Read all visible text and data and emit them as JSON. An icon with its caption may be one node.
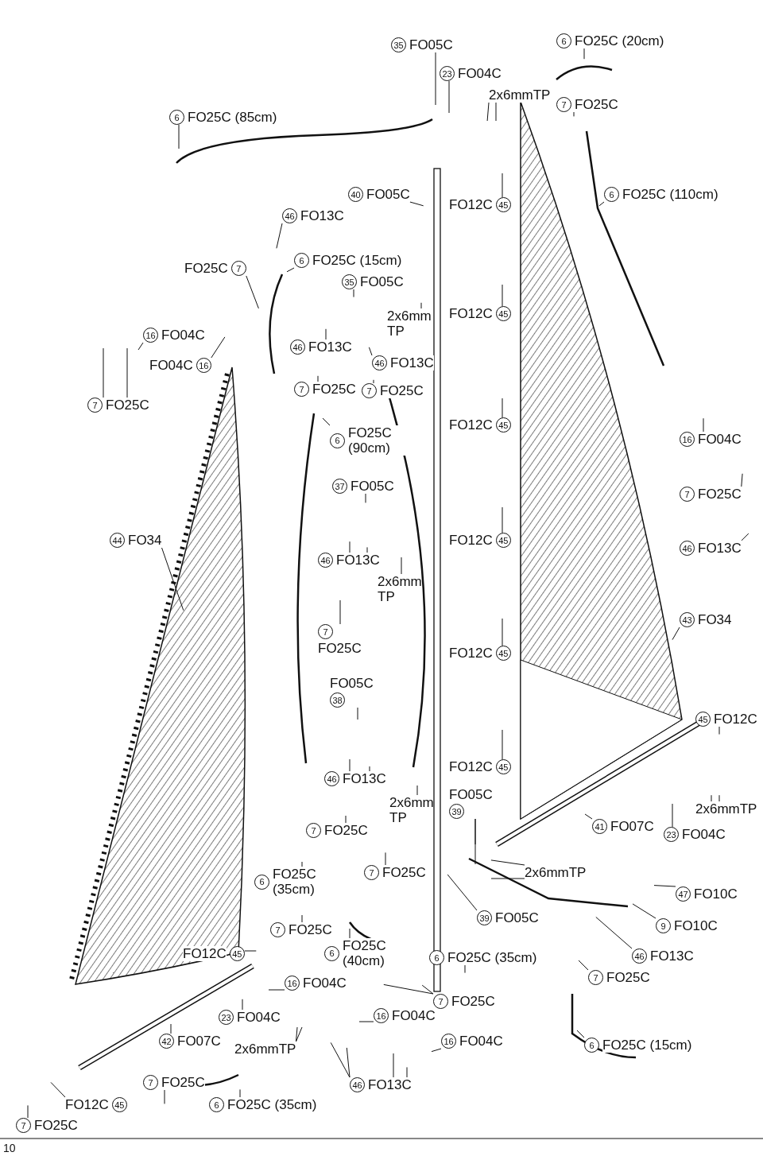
{
  "diagram": {
    "nodes": [
      {
        "text": [
          "6",
          "FO25C (20cm)"
        ]
      },
      {
        "text": [
          "35",
          "FO05C"
        ]
      },
      {
        "text": [
          "23",
          "FO04C"
        ]
      },
      {
        "text": [
          "2x6mmTP"
        ]
      },
      {
        "text": [
          "7",
          "FO25C"
        ]
      },
      {
        "text": [
          "6",
          "FO25C (85cm)"
        ]
      },
      {
        "text": [
          "40",
          "FO05C"
        ]
      },
      {
        "text": [
          "FO12C",
          "45"
        ]
      },
      {
        "text": [
          "6",
          "FO25C (110cm)"
        ]
      },
      {
        "text": [
          "46",
          "FO13C"
        ]
      },
      {
        "text": [
          "FO25C",
          "7"
        ]
      },
      {
        "text": [
          "6",
          "FO25C (15cm)"
        ]
      },
      {
        "text": [
          "35",
          "FO05C"
        ]
      },
      {
        "text": [
          "2x6mm TP"
        ]
      },
      {
        "text": [
          "FO12C",
          "45"
        ]
      },
      {
        "text": [
          "16",
          "FO04C"
        ]
      },
      {
        "text": [
          "46",
          "FO13C"
        ]
      },
      {
        "text": [
          "46",
          "FO13C"
        ]
      },
      {
        "text": [
          "FO04C",
          "16"
        ]
      },
      {
        "text": [
          "7",
          "FO25C"
        ]
      },
      {
        "text": [
          "7",
          "FO25C"
        ]
      },
      {
        "text": [
          "7",
          "FO25C"
        ]
      },
      {
        "text": [
          "FO12C",
          "45"
        ]
      },
      {
        "text": [
          "6",
          "FO25C (90cm)"
        ]
      },
      {
        "text": [
          "16",
          "FO04C"
        ]
      },
      {
        "text": [
          "37",
          "FO05C"
        ]
      },
      {
        "text": [
          "7",
          "FO25C"
        ]
      },
      {
        "text": [
          "44",
          "FO34"
        ]
      },
      {
        "text": [
          "FO12C",
          "45"
        ]
      },
      {
        "text": [
          "46",
          "FO13C"
        ]
      },
      {
        "text": [
          "46",
          "FO13C"
        ]
      },
      {
        "text": [
          "2x6mm TP"
        ]
      },
      {
        "text": [
          "43",
          "FO34"
        ]
      },
      {
        "text": [
          "7",
          "FO25C"
        ]
      },
      {
        "text": [
          "FO12C",
          "45"
        ]
      },
      {
        "text": [
          "FO05C",
          "38"
        ]
      },
      {
        "text": [
          "45",
          "FO12C"
        ]
      },
      {
        "text": [
          "FO12C",
          "45"
        ]
      },
      {
        "text": [
          "46",
          "FO13C"
        ]
      },
      {
        "text": [
          "FO05C",
          "39"
        ]
      },
      {
        "text": [
          "2x6mm TP"
        ]
      },
      {
        "text": [
          "2x6mmTP"
        ]
      },
      {
        "text": [
          "7",
          "FO25C"
        ]
      },
      {
        "text": [
          "41",
          "FO07C"
        ]
      },
      {
        "text": [
          "23",
          "FO04C"
        ]
      },
      {
        "text": [
          "6",
          "FO25C (35cm)"
        ]
      },
      {
        "text": [
          "7",
          "FO25C"
        ]
      },
      {
        "text": [
          "2x6mmTP"
        ]
      },
      {
        "text": [
          "47",
          "FO10C"
        ]
      },
      {
        "text": [
          "39",
          "FO05C"
        ]
      },
      {
        "text": [
          "9",
          "FO10C"
        ]
      },
      {
        "text": [
          "7",
          "FO25C"
        ]
      },
      {
        "text": [
          "6",
          "FO25C (40cm)"
        ]
      },
      {
        "text": [
          "6",
          "FO25C (35cm)"
        ]
      },
      {
        "text": [
          "46",
          "FO13C"
        ]
      },
      {
        "text": [
          "FO12C",
          "45"
        ]
      },
      {
        "text": [
          "16",
          "FO04C"
        ]
      },
      {
        "text": [
          "7",
          "FO25C"
        ]
      },
      {
        "text": [
          "7",
          "FO25C"
        ]
      },
      {
        "text": [
          "16",
          "FO04C"
        ]
      },
      {
        "text": [
          "23",
          "FO04C"
        ]
      },
      {
        "text": [
          "16",
          "FO04C"
        ]
      },
      {
        "text": [
          "42",
          "FO07C"
        ]
      },
      {
        "text": [
          "2x6mmTP"
        ]
      },
      {
        "text": [
          "7",
          "FO25C"
        ]
      },
      {
        "text": [
          "6",
          "FO25C (15cm)"
        ]
      },
      {
        "text": [
          "6",
          "FO25C (35cm)"
        ]
      },
      {
        "text": [
          "46",
          "FO13C"
        ]
      },
      {
        "text": [
          "FO12C",
          "45"
        ]
      },
      {
        "text": [
          "7",
          "FO25C"
        ]
      }
    ],
    "edges": [
      {
        "from": 0,
        "to": null,
        "arrow": "none"
      },
      {
        "from": 1,
        "to": null,
        "arrow": "none"
      },
      {
        "from": 2,
        "to": null,
        "arrow": "none"
      },
      {
        "from": 3,
        "to": null,
        "arrow": "none"
      },
      {
        "from": 3,
        "to": null,
        "arrow": "none"
      },
      {
        "from": 4,
        "to": null,
        "arrow": "none"
      },
      {
        "from": 5,
        "to": null,
        "arrow": "none"
      },
      {
        "from": 6,
        "to": null,
        "arrow": "none"
      },
      {
        "from": 7,
        "to": null,
        "arrow": "none"
      },
      {
        "from": 8,
        "to": null,
        "arrow": "none"
      },
      {
        "from": 9,
        "to": null,
        "arrow": "none"
      },
      {
        "from": 10,
        "to": null,
        "arrow": "none"
      },
      {
        "from": 11,
        "to": null,
        "arrow": "none"
      },
      {
        "from": 12,
        "to": null,
        "arrow": "none"
      },
      {
        "from": 13,
        "to": null,
        "arrow": "none"
      },
      {
        "from": 14,
        "to": null,
        "arrow": "none"
      },
      {
        "from": 15,
        "to": null,
        "arrow": "none"
      },
      {
        "from": 16,
        "to": null,
        "arrow": "none"
      },
      {
        "from": 17,
        "to": null,
        "arrow": "none"
      },
      {
        "from": 18,
        "to": null,
        "arrow": "none"
      },
      {
        "from": 19,
        "to": null,
        "arrow": "none"
      },
      {
        "from": 20,
        "to": null,
        "arrow": "none"
      },
      {
        "from": 21,
        "to": null,
        "arrow": "none"
      },
      {
        "from": 21,
        "to": null,
        "arrow": "none"
      },
      {
        "from": 22,
        "to": null,
        "arrow": "none"
      },
      {
        "from": 23,
        "to": null,
        "arrow": "none"
      },
      {
        "from": 24,
        "to": null,
        "arrow": "none"
      },
      {
        "from": 25,
        "to": null,
        "arrow": "none"
      },
      {
        "from": 26,
        "to": null,
        "arrow": "none"
      },
      {
        "from": 27,
        "to": null,
        "arrow": "none"
      },
      {
        "from": 28,
        "to": null,
        "arrow": "none"
      },
      {
        "from": 29,
        "to": null,
        "arrow": "none"
      },
      {
        "from": 30,
        "to": null,
        "arrow": "none"
      },
      {
        "from": 30,
        "to": null,
        "arrow": "none"
      },
      {
        "from": 31,
        "to": null,
        "arrow": "none"
      },
      {
        "from": 32,
        "to": null,
        "arrow": "none"
      },
      {
        "from": 33,
        "to": null,
        "arrow": "none"
      },
      {
        "from": 34,
        "to": null,
        "arrow": "none"
      },
      {
        "from": 35,
        "to": null,
        "arrow": "none"
      },
      {
        "from": 36,
        "to": null,
        "arrow": "none"
      },
      {
        "from": 37,
        "to": null,
        "arrow": "none"
      },
      {
        "from": 38,
        "to": null,
        "arrow": "none"
      },
      {
        "from": 38,
        "to": null,
        "arrow": "none"
      },
      {
        "from": 39,
        "to": null,
        "arrow": "none"
      },
      {
        "from": 39,
        "to": null,
        "arrow": "none"
      },
      {
        "from": 40,
        "to": null,
        "arrow": "none"
      },
      {
        "from": 41,
        "to": null,
        "arrow": "none"
      },
      {
        "from": 41,
        "to": null,
        "arrow": "none"
      },
      {
        "from": 42,
        "to": null,
        "arrow": "none"
      },
      {
        "from": 43,
        "to": null,
        "arrow": "none"
      },
      {
        "from": 44,
        "to": null,
        "arrow": "none"
      },
      {
        "from": 45,
        "to": null,
        "arrow": "none"
      },
      {
        "from": 46,
        "to": null,
        "arrow": "none"
      },
      {
        "from": 47,
        "to": null,
        "arrow": "none"
      },
      {
        "from": 47,
        "to": null,
        "arrow": "none"
      },
      {
        "from": 48,
        "to": null,
        "arrow": "none"
      },
      {
        "from": 49,
        "to": null,
        "arrow": "none"
      },
      {
        "from": 50,
        "to": null,
        "arrow": "none"
      },
      {
        "from": 51,
        "to": null,
        "arrow": "none"
      },
      {
        "from": 52,
        "to": null,
        "arrow": "none"
      },
      {
        "from": 53,
        "to": null,
        "arrow": "none"
      },
      {
        "from": 54,
        "to": null,
        "arrow": "none"
      },
      {
        "from": 55,
        "to": null,
        "arrow": "none"
      },
      {
        "from": 56,
        "to": null,
        "arrow": "none"
      },
      {
        "from": 57,
        "to": null,
        "arrow": "none"
      },
      {
        "from": 58,
        "to": null,
        "arrow": "none"
      },
      {
        "from": 58,
        "to": null,
        "arrow": "none"
      },
      {
        "from": 59,
        "to": null,
        "arrow": "none"
      },
      {
        "from": 60,
        "to": null,
        "arrow": "none"
      },
      {
        "from": 61,
        "to": null,
        "arrow": "none"
      },
      {
        "from": 62,
        "to": null,
        "arrow": "none"
      },
      {
        "from": 63,
        "to": null,
        "arrow": "none"
      },
      {
        "from": 63,
        "to": null,
        "arrow": "none"
      },
      {
        "from": 64,
        "to": null,
        "arrow": "none"
      },
      {
        "from": 65,
        "to": null,
        "arrow": "none"
      },
      {
        "from": 66,
        "to": null,
        "arrow": "none"
      },
      {
        "from": 67,
        "to": null,
        "arrow": "none"
      },
      {
        "from": 67,
        "to": null,
        "arrow": "none"
      },
      {
        "from": 67,
        "to": null,
        "arrow": "none"
      },
      {
        "from": 67,
        "to": null,
        "arrow": "none"
      },
      {
        "from": 68,
        "to": null,
        "arrow": "none"
      },
      {
        "from": 69,
        "to": null,
        "arrow": "none"
      }
    ],
    "labels": [
      "10"
    ]
  }
}
